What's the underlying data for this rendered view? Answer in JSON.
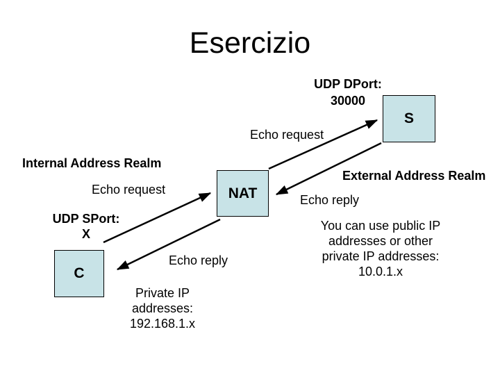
{
  "slide": {
    "title": "Esercizio",
    "background": "#ffffff"
  },
  "colors": {
    "node_fill": "#c8e3e7",
    "node_border": "#000000",
    "text": "#000000",
    "arrow": "#000000"
  },
  "nodes": {
    "server": "S",
    "nat": "NAT",
    "client": "C"
  },
  "labels": {
    "udp_dport": "UDP DPort:\n30000",
    "echo_request_to_server": "Echo request",
    "internal_realm": "Internal Address Realm",
    "echo_request_to_nat": "Echo request",
    "udp_sport": "UDP SPort:\nX",
    "external_realm": "External Address Realm",
    "echo_reply_to_nat": "Echo reply",
    "echo_reply_to_client": "Echo reply",
    "note_external": "You can use public IP\naddresses or other\nprivate IP addresses:\n10.0.1.x",
    "note_internal": "Private IP\naddresses:\n192.168.1.x"
  }
}
